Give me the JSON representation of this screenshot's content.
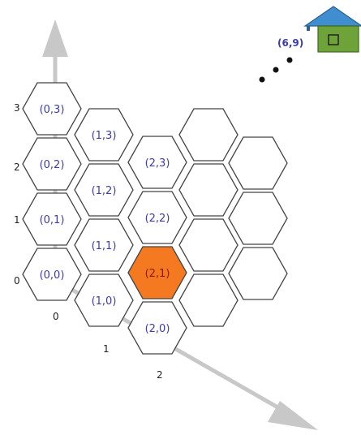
{
  "hex_grid": {
    "labeled_cells": [
      {
        "label": "(0,3)",
        "highlight": false
      },
      {
        "label": "(0,2)",
        "highlight": false
      },
      {
        "label": "(0,1)",
        "highlight": false
      },
      {
        "label": "(0,0)",
        "highlight": false
      },
      {
        "label": "(1,3)",
        "highlight": false
      },
      {
        "label": "(1,2)",
        "highlight": false
      },
      {
        "label": "(1,1)",
        "highlight": false
      },
      {
        "label": "(1,0)",
        "highlight": false
      },
      {
        "label": "(2,3)",
        "highlight": false
      },
      {
        "label": "(2,2)",
        "highlight": false
      },
      {
        "label": "(2,1)",
        "highlight": true
      },
      {
        "label": "(2,0)",
        "highlight": false
      }
    ],
    "highlight_color": "#f47920",
    "label_color": "#3b3bb3",
    "outline_color": "#444444"
  },
  "axes": {
    "row_numbers": [
      "3",
      "2",
      "1",
      "0"
    ],
    "column_numbers": [
      "0",
      "1",
      "2"
    ],
    "arrow_color": "#c8c8c8"
  },
  "house": {
    "label": "(6,9)",
    "roof_color": "#3f8fd0",
    "wall_color": "#6ea33a"
  }
}
